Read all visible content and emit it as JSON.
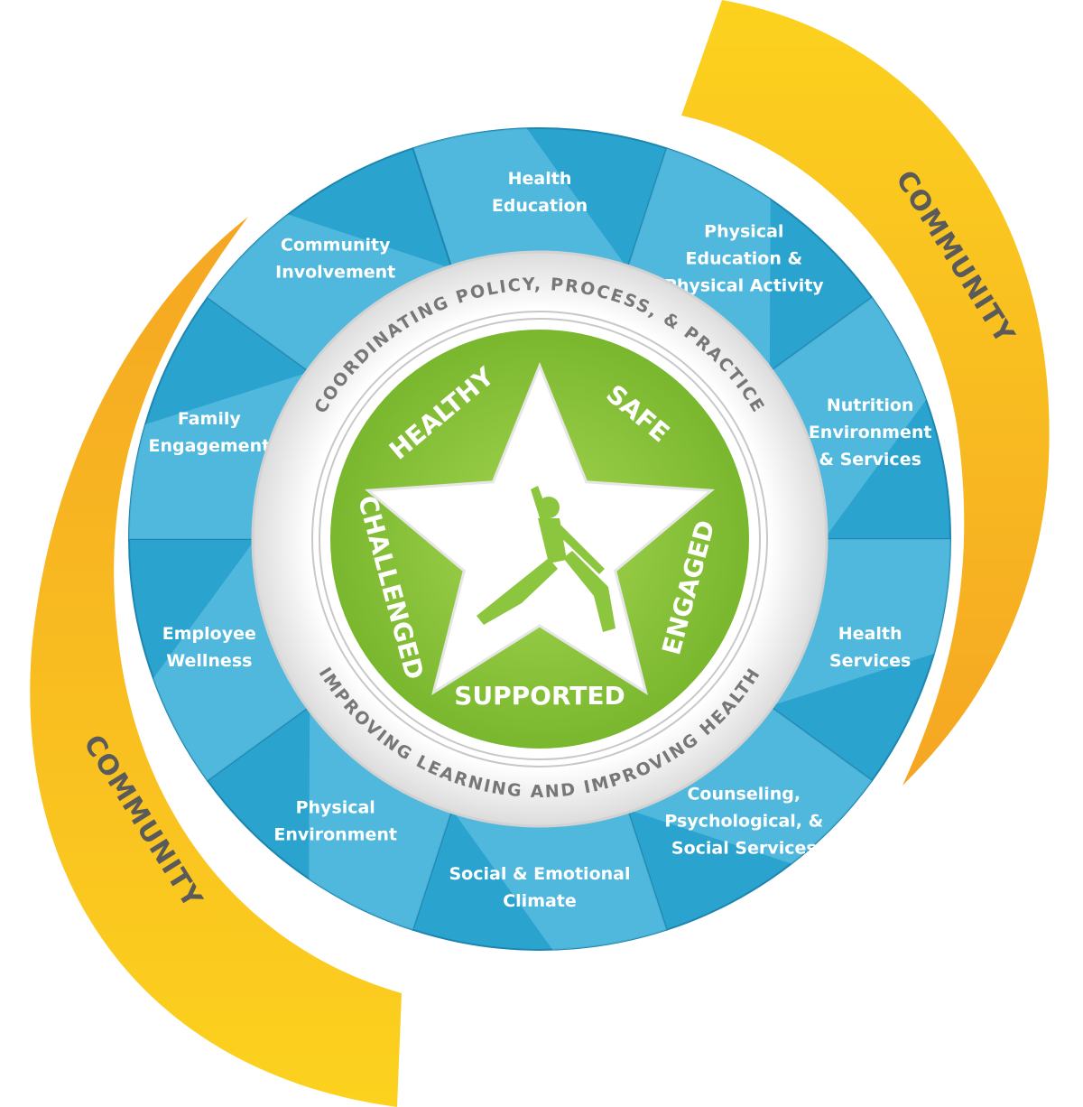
{
  "diagram": {
    "community_labels": [
      "COMMUNITY",
      "COMMUNITY"
    ],
    "outer_ring_top": "COORDINATING POLICY, PROCESS, & PRACTICE",
    "outer_ring_bottom": "IMPROVING LEARNING AND IMPROVING HEALTH",
    "components": [
      {
        "lines": [
          "Health",
          "Education"
        ]
      },
      {
        "lines": [
          "Physical",
          "Education &",
          "Physical Activity"
        ]
      },
      {
        "lines": [
          "Nutrition",
          "Environment",
          "& Services"
        ]
      },
      {
        "lines": [
          "Health",
          "Services"
        ]
      },
      {
        "lines": [
          "Counseling,",
          "Psychological, &",
          "Social Services"
        ]
      },
      {
        "lines": [
          "Social & Emotional",
          "Climate"
        ]
      },
      {
        "lines": [
          "Physical",
          "Environment"
        ]
      },
      {
        "lines": [
          "Employee",
          "Wellness"
        ]
      },
      {
        "lines": [
          "Family",
          "Engagement"
        ]
      },
      {
        "lines": [
          "Community",
          "Involvement"
        ]
      }
    ],
    "star_words": [
      "HEALTHY",
      "SAFE",
      "ENGAGED",
      "SUPPORTED",
      "CHALLENGED"
    ],
    "colors": {
      "community_band": "#f5b026",
      "community_band_light": "#fcd21e",
      "segment_blue": "#2ba3cf",
      "segment_blue_light": "#6fcbea",
      "inner_green": "#8cc63f",
      "ring_gray": "#eeeeee"
    },
    "figure_icon": "jumping-person-icon"
  }
}
